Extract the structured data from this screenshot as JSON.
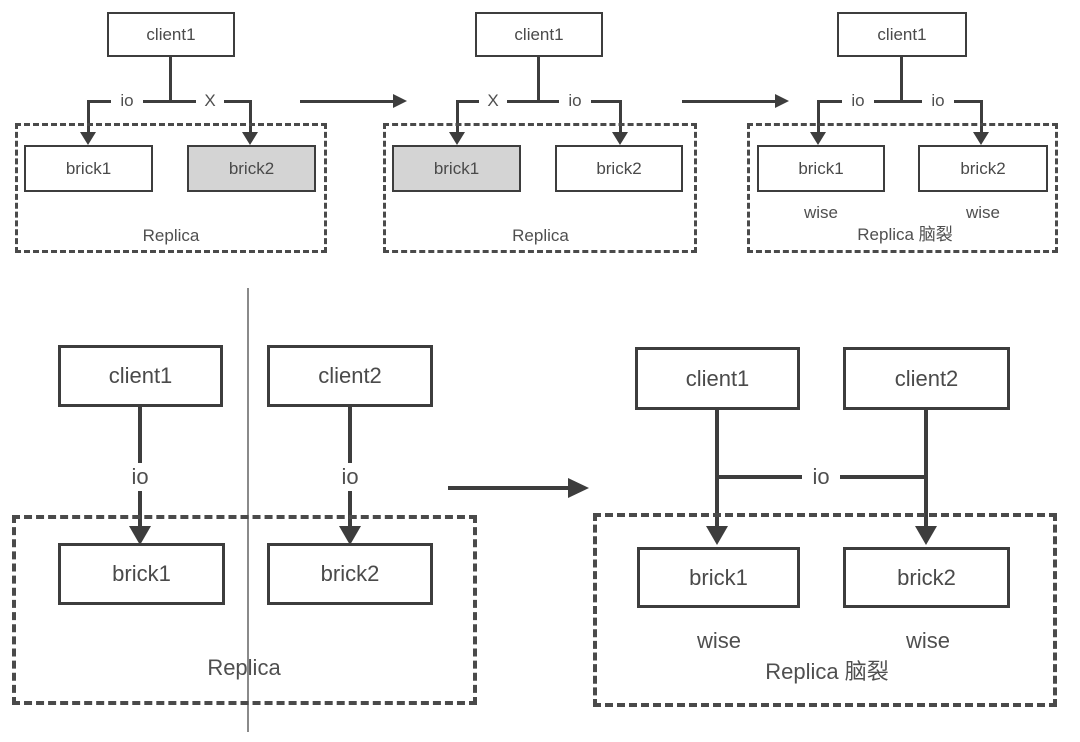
{
  "title": "Replica split-brain diagram",
  "colors": {
    "line": "#3d3d3d",
    "shaded_brick": "#d4d4d4",
    "partition_line": "#8a8a8a",
    "background": "#ffffff"
  },
  "top_row": {
    "step1": {
      "client": "client1",
      "left_io": "io",
      "right_x": "X",
      "brick1": "brick1",
      "brick2": "brick2",
      "replica": "Replica"
    },
    "step2": {
      "client": "client1",
      "left_x": "X",
      "right_io": "io",
      "brick1": "brick1",
      "brick2": "brick2",
      "replica": "Replica"
    },
    "step3": {
      "client": "client1",
      "left_io": "io",
      "right_io": "io",
      "brick1": "brick1",
      "brick2": "brick2",
      "wise1": "wise",
      "wise2": "wise",
      "replica": "Replica 脑裂"
    }
  },
  "bottom_row": {
    "before": {
      "client1": "client1",
      "client2": "client2",
      "io1": "io",
      "io2": "io",
      "brick1": "brick1",
      "brick2": "brick2",
      "replica": "Replica"
    },
    "after": {
      "client1": "client1",
      "client2": "client2",
      "io": "io",
      "brick1": "brick1",
      "brick2": "brick2",
      "wise1": "wise",
      "wise2": "wise",
      "replica": "Replica 脑裂"
    }
  }
}
